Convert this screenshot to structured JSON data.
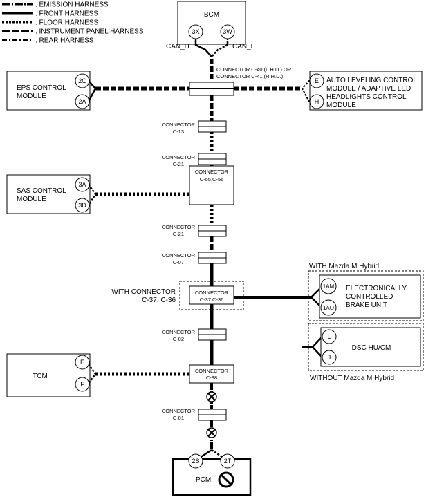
{
  "legend": [
    {
      "label": ": EMISSION HARNESS",
      "style": "emission"
    },
    {
      "label": ": FRONT HARNESS",
      "style": "front"
    },
    {
      "label": ": FLOOR HARNESS",
      "style": "floor"
    },
    {
      "label": ": INSTRUMENT PANEL HARNESS",
      "style": "instrument"
    },
    {
      "label": ": REAR HARNESS",
      "style": "rear"
    }
  ],
  "modules": {
    "bcm": {
      "label": "BCM",
      "pins": [
        "3X",
        "3W"
      ]
    },
    "eps": {
      "label": [
        "EPS CONTROL",
        "MODULE"
      ],
      "pins": [
        "2C",
        "2A"
      ]
    },
    "auto_leveling": {
      "label": [
        "AUTO LEVELING CONTROL",
        "MODULE / ADAPTIVE LED",
        "HEADLIGHTS CONTROL",
        "MODULE"
      ],
      "pins": [
        "E",
        "H"
      ]
    },
    "sas": {
      "label": [
        "SAS CONTROL",
        "MODULE"
      ],
      "pins": [
        "3A",
        "3D"
      ]
    },
    "brake_unit": {
      "label": [
        "ELECTRONICALLY",
        "CONTROLLED",
        "BRAKE UNIT"
      ],
      "pins": [
        "1AM",
        "1AO"
      ]
    },
    "dsc": {
      "label": "DSC HU/CM",
      "pins": [
        "L",
        "J"
      ]
    },
    "tcm": {
      "label": "TCM",
      "pins": [
        "E",
        "F"
      ]
    },
    "pcm": {
      "label": "PCM",
      "pins": [
        "2S",
        "2T"
      ]
    }
  },
  "can_labels": {
    "high": "CAN_H",
    "low": "CAN_L"
  },
  "connectors": {
    "c40": [
      "CONNECTOR C-40 (L.H.D.) OR",
      "CONNECTOR C-41 (R.H.D.)"
    ],
    "c13": [
      "CONNECTOR",
      "C-13"
    ],
    "c21a": [
      "CONNECTOR",
      "C-21"
    ],
    "c55": [
      "CONNECTOR",
      "C-55,C-56"
    ],
    "c21b": [
      "CONNECTOR",
      "C-21"
    ],
    "c07": [
      "CONNECTOR",
      "C-07"
    ],
    "c37": [
      "CONNECTOR",
      "C-37,C-36"
    ],
    "c02": [
      "CONNECTOR",
      "C-02"
    ],
    "c38": [
      "CONNECTOR",
      "C-38"
    ],
    "c01": [
      "CONNECTOR",
      "C-01"
    ]
  },
  "annotations": {
    "with_connector": [
      "WITH CONNECTOR",
      "C-37, C-36"
    ],
    "with_hybrid": "WITH Mazda M Hybrid",
    "without_hybrid": "WITHOUT Mazda M Hybrid"
  }
}
